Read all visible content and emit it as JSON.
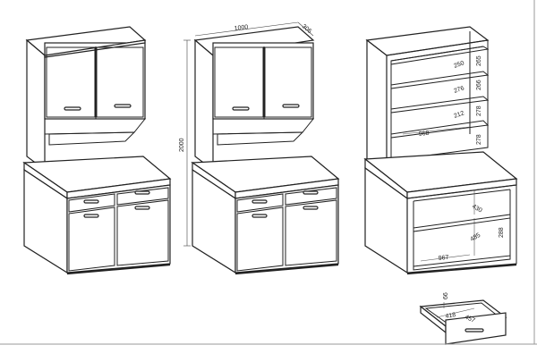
{
  "dimensions": {
    "width": "1000",
    "depth": "306",
    "height": "2000",
    "shelf_1": "250",
    "shelf_2": "276",
    "shelf_3": "212",
    "gap_1": "265",
    "gap_2": "266",
    "gap_3": "278",
    "gap_4": "278",
    "inner_width_top": "968",
    "base_shelf_depth": "430",
    "base_lower_depth": "485",
    "base_inner_width": "967",
    "base_shelf_gap": "288",
    "drawer_height": "66",
    "drawer_width": "418",
    "drawer_depth": "457"
  },
  "colors": {
    "line": "#222222",
    "background": "#ffffff"
  }
}
